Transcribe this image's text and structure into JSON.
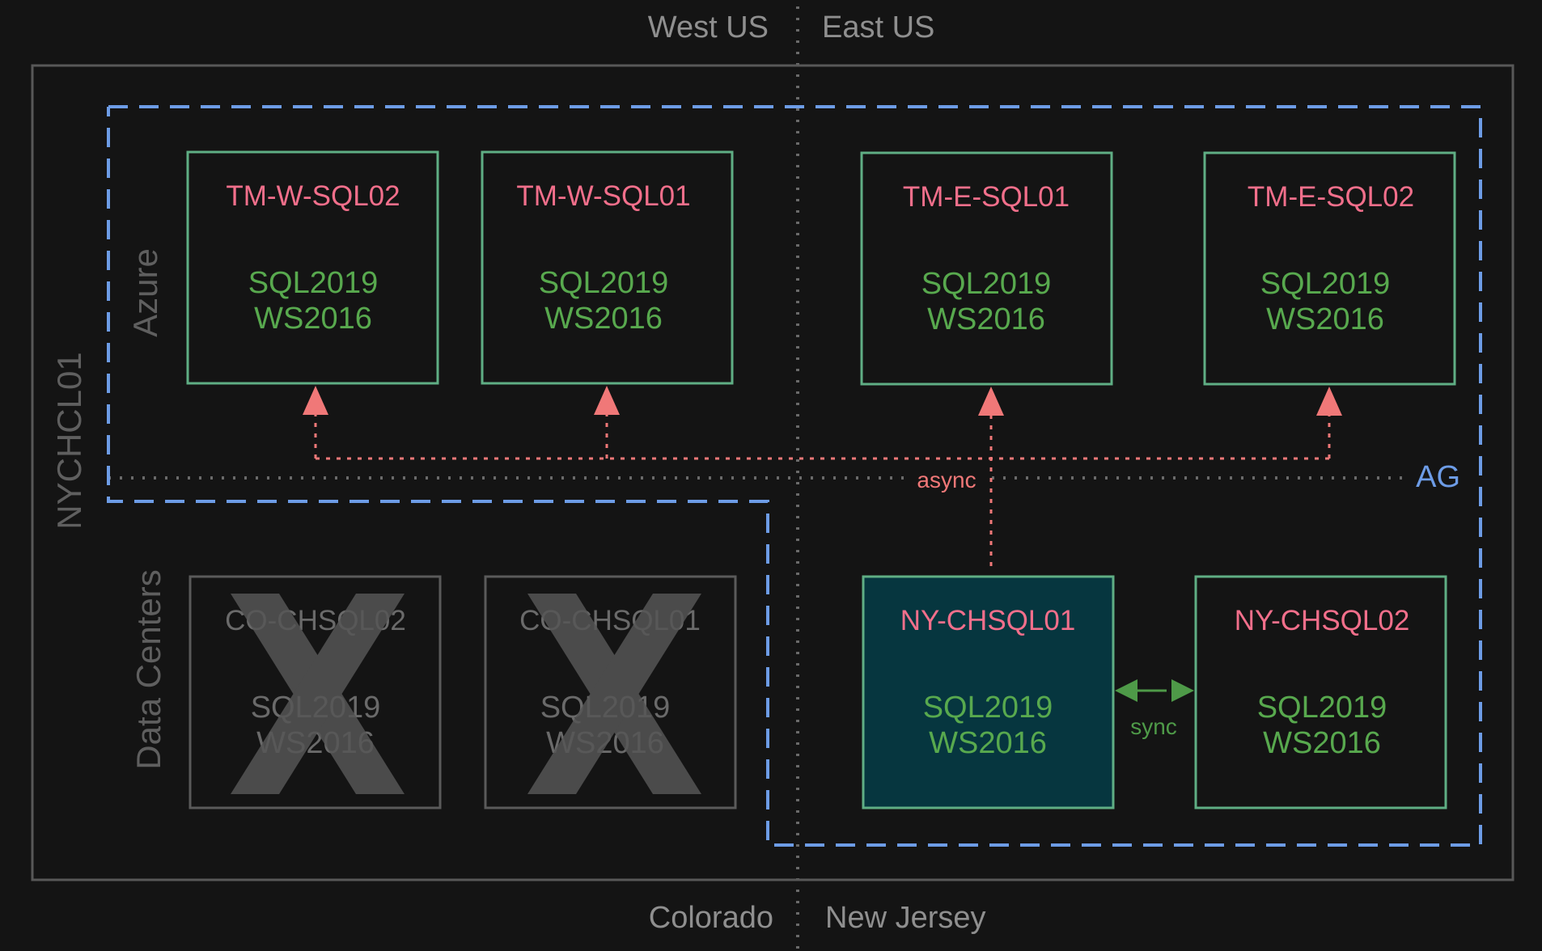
{
  "regions": {
    "west": "West US",
    "east": "East US",
    "colorado": "Colorado",
    "new_jersey": "New Jersey"
  },
  "cluster": "NYCHCL01",
  "zones": {
    "azure": "Azure",
    "data_centers": "Data Centers"
  },
  "ag_label": "AG",
  "links": {
    "async": "async",
    "sync": "sync"
  },
  "servers": [
    {
      "name": "TM-W-SQL02",
      "sql": "SQL2019",
      "os": "WS2016",
      "status": "active"
    },
    {
      "name": "TM-W-SQL01",
      "sql": "SQL2019",
      "os": "WS2016",
      "status": "active"
    },
    {
      "name": "TM-E-SQL01",
      "sql": "SQL2019",
      "os": "WS2016",
      "status": "active"
    },
    {
      "name": "TM-E-SQL02",
      "sql": "SQL2019",
      "os": "WS2016",
      "status": "active"
    },
    {
      "name": "CO-CHSQL02",
      "sql": "SQL2019",
      "os": "WS2016",
      "status": "offline"
    },
    {
      "name": "CO-CHSQL01",
      "sql": "SQL2019",
      "os": "WS2016",
      "status": "offline"
    },
    {
      "name": "NY-CHSQL01",
      "sql": "SQL2019",
      "os": "WS2016",
      "status": "primary"
    },
    {
      "name": "NY-CHSQL02",
      "sql": "SQL2019",
      "os": "WS2016",
      "status": "active"
    }
  ],
  "colors": {
    "background": "#141414",
    "host_text": "#f26f8b",
    "spec_text": "#58a94e",
    "box_border": "#5fae84",
    "primary_fill": "#06363f",
    "offline": "#666666",
    "ag_boundary": "#6d9ce6",
    "async_link": "#f07878",
    "sync_link": "#4e9a48"
  }
}
